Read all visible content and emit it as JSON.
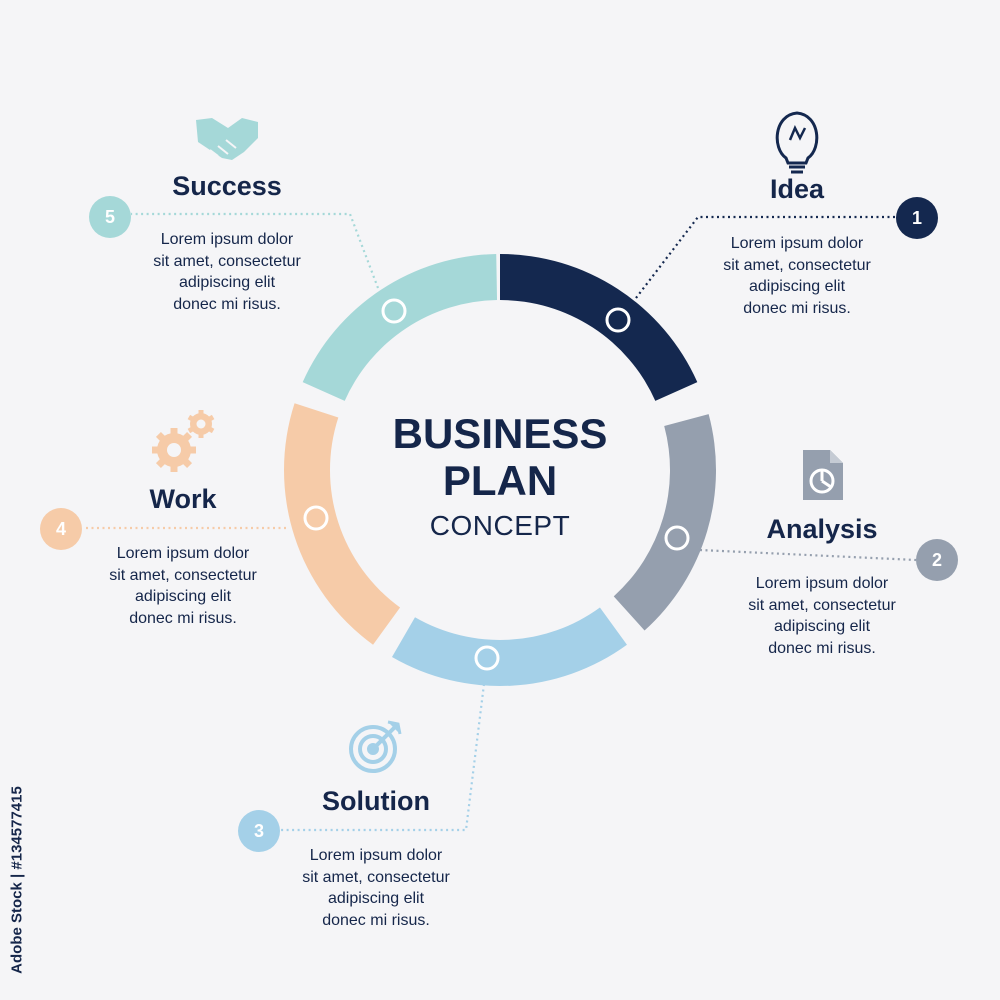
{
  "center": {
    "title_line1": "BUSINESS",
    "title_line2": "PLAN",
    "subtitle": "CONCEPT"
  },
  "colors": {
    "idea": "#14284f",
    "analysis": "#959fae",
    "solution": "#a4d0e8",
    "work": "#f6cba8",
    "success": "#a5d8d8"
  },
  "steps": [
    {
      "number": "1",
      "title": "Idea",
      "icon": "lightbulb-icon",
      "lines": [
        "Lorem ipsum dolor",
        "sit amet, consectetur",
        "adipiscing elit",
        "donec mi risus."
      ]
    },
    {
      "number": "2",
      "title": "Analysis",
      "icon": "document-chart-icon",
      "lines": [
        "Lorem ipsum dolor",
        "sit amet, consectetur",
        "adipiscing elit",
        "donec mi risus."
      ]
    },
    {
      "number": "3",
      "title": "Solution",
      "icon": "target-arrow-icon",
      "lines": [
        "Lorem ipsum dolor",
        "sit amet, consectetur",
        "adipiscing elit",
        "donec mi risus."
      ]
    },
    {
      "number": "4",
      "title": "Work",
      "icon": "gears-icon",
      "lines": [
        "Lorem ipsum dolor",
        "sit amet, consectetur",
        "adipiscing elit",
        "donec mi risus."
      ]
    },
    {
      "number": "5",
      "title": "Success",
      "icon": "handshake-icon",
      "lines": [
        "Lorem ipsum dolor",
        "sit amet, consectetur",
        "adipiscing elit",
        "donec mi risus."
      ]
    }
  ],
  "watermark": "Adobe Stock | #134577415"
}
